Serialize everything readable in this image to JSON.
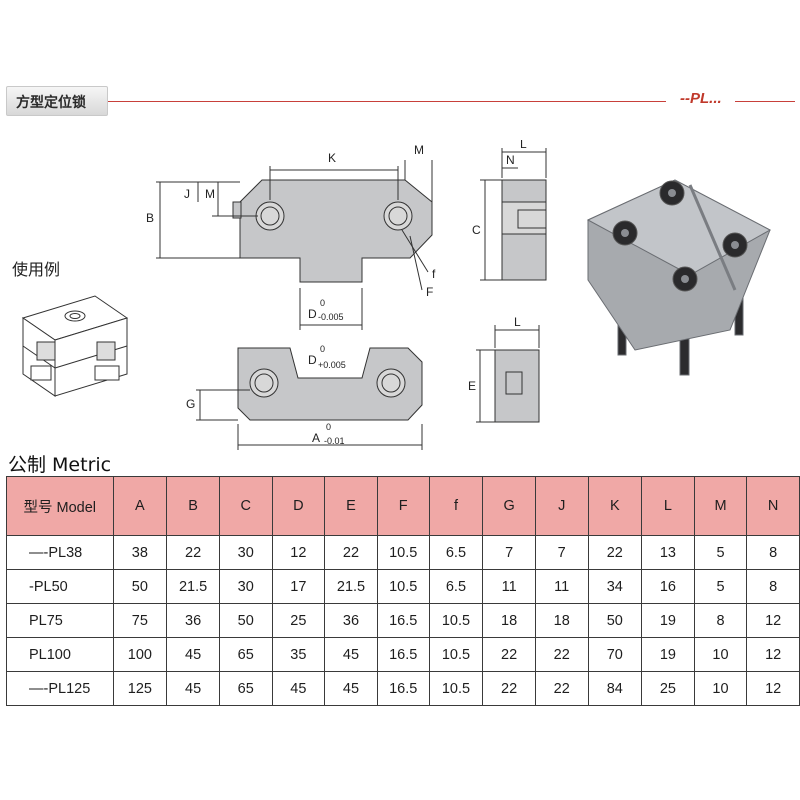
{
  "header": {
    "title": "方型定位锁",
    "code_title": "--PL...",
    "line_color": "#c8403a"
  },
  "usage_label": "使用例",
  "metric_label": "公制 Metric",
  "drawing_labels": {
    "K": "K",
    "M": "M",
    "J": "J",
    "B": "B",
    "f": "f",
    "F": "F",
    "L": "L",
    "N": "N",
    "C": "C",
    "E": "E",
    "G": "G",
    "D_top": "D",
    "D_top_sup": "0",
    "D_top_sub": "-0.005",
    "D_bot": "D",
    "D_bot_sup": "0",
    "D_bot_sub": "+0.005",
    "A": "A",
    "A_sup": "0",
    "A_sub": "-0.01"
  },
  "table": {
    "header_color": "#f0a8a6",
    "columns": [
      "型号 Model",
      "A",
      "B",
      "C",
      "D",
      "E",
      "F",
      "f",
      "G",
      "J",
      "K",
      "L",
      "M",
      "N"
    ],
    "rows": [
      [
        "—-PL38",
        "38",
        "22",
        "30",
        "12",
        "22",
        "10.5",
        "6.5",
        "7",
        "7",
        "22",
        "13",
        "5",
        "8"
      ],
      [
        "-PL50",
        "50",
        "21.5",
        "30",
        "17",
        "21.5",
        "10.5",
        "6.5",
        "11",
        "11",
        "34",
        "16",
        "5",
        "8"
      ],
      [
        "PL75",
        "75",
        "36",
        "50",
        "25",
        "36",
        "16.5",
        "10.5",
        "18",
        "18",
        "50",
        "19",
        "8",
        "12"
      ],
      [
        "PL100",
        "100",
        "45",
        "65",
        "35",
        "45",
        "16.5",
        "10.5",
        "22",
        "22",
        "70",
        "19",
        "10",
        "12"
      ],
      [
        "—-PL125",
        "125",
        "45",
        "65",
        "45",
        "45",
        "16.5",
        "10.5",
        "22",
        "22",
        "84",
        "25",
        "10",
        "12"
      ]
    ]
  }
}
